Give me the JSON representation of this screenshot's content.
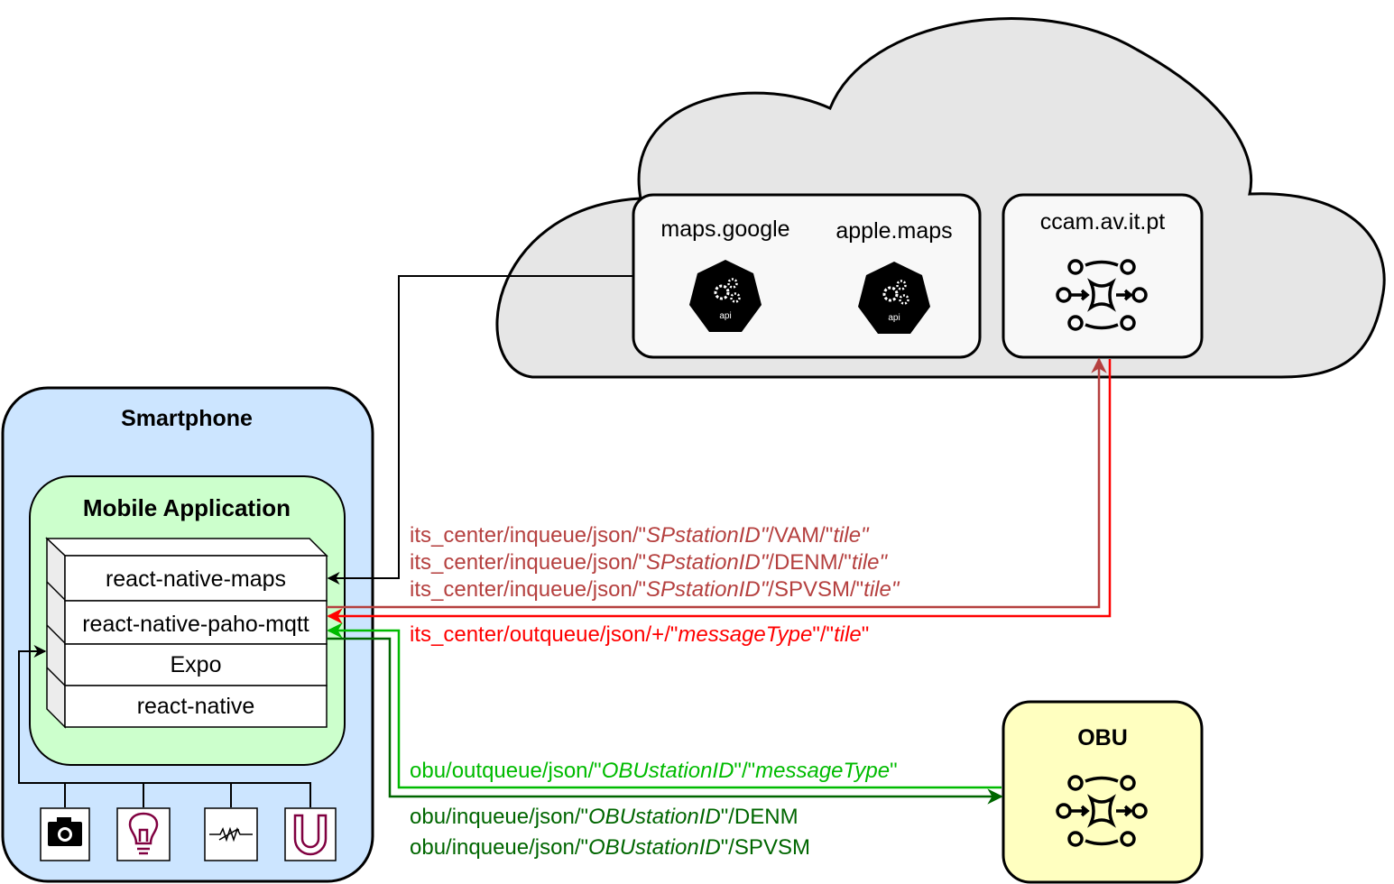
{
  "cloud": {
    "maps_google": "maps.google",
    "apple_maps": "apple.maps",
    "api_badge": "api",
    "ccam": "ccam.av.it.pt"
  },
  "smartphone": {
    "title": "Smartphone",
    "app_title": "Mobile Application",
    "stack": [
      "react-native-maps",
      "react-native-paho-mqtt",
      "Expo",
      "react-native"
    ],
    "sensors": [
      "camera-icon",
      "lightbulb-icon",
      "resistor-icon",
      "magnet-icon"
    ]
  },
  "obu": {
    "title": "OBU"
  },
  "topics": {
    "vam": {
      "a": "its_center/inqueue/json/\"",
      "b": "SPstationID\"",
      "c": "/VAM/\"",
      "d": "tile\""
    },
    "denm": {
      "a": "its_center/inqueue/json/\"",
      "b": "SPstationID\"",
      "c": "/DENM/\"",
      "d": "tile\""
    },
    "spvsm": {
      "a": "its_center/inqueue/json/\"",
      "b": "SPstationID\"",
      "c": "/SPVSM/\"",
      "d": "tile\""
    },
    "outqueue": {
      "a": "its_center/outqueue/json/+/\"",
      "b": "messageType",
      "c": "\"/\"",
      "d": "tile",
      "e": "\""
    },
    "obu_out": {
      "a": "obu/outqueue/json/\"",
      "b": "OBUstationID",
      "c": "\"/\"",
      "d": "messageType",
      "e": "\""
    },
    "obu_in_denm": {
      "a": "obu/inqueue/json/\"",
      "b": "OBUstationID",
      "c": "\"/DENM"
    },
    "obu_in_spvsm": {
      "a": "obu/inqueue/json/\"",
      "b": "OBUstationID",
      "c": "\"/SPVSM"
    }
  },
  "colors": {
    "brown": "#b5403f",
    "red": "#ff0000",
    "light_green": "#00bb00",
    "dark_green": "#006600",
    "cloud_fill": "#e6e6e6",
    "smartphone_fill": "#cce5ff",
    "app_fill": "#ccffcc",
    "obu_fill": "#ffffc0"
  }
}
